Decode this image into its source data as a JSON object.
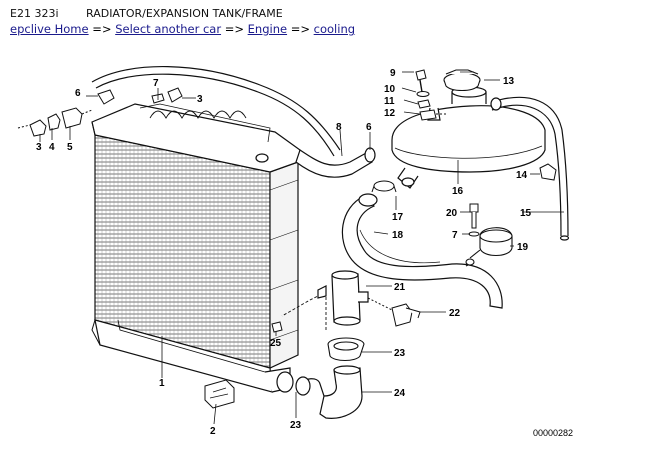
{
  "header": {
    "model": "E21 323i",
    "title": "RADIATOR/EXPANSION TANK/FRAME"
  },
  "breadcrumb": [
    {
      "label": "epclive Home",
      "sep": " => "
    },
    {
      "label": "Select another car",
      "sep": " => "
    },
    {
      "label": "Engine",
      "sep": " => "
    },
    {
      "label": "cooling",
      "sep": ""
    }
  ],
  "callouts": [
    "1",
    "2",
    "3",
    "4",
    "5",
    "6",
    "7",
    "3",
    "8",
    "6",
    "9",
    "10",
    "11",
    "12",
    "13",
    "14",
    "15",
    "16",
    "17",
    "18",
    "19",
    "20",
    "7",
    "21",
    "22",
    "23",
    "23",
    "24",
    "25"
  ],
  "diagram_id": "00000282"
}
